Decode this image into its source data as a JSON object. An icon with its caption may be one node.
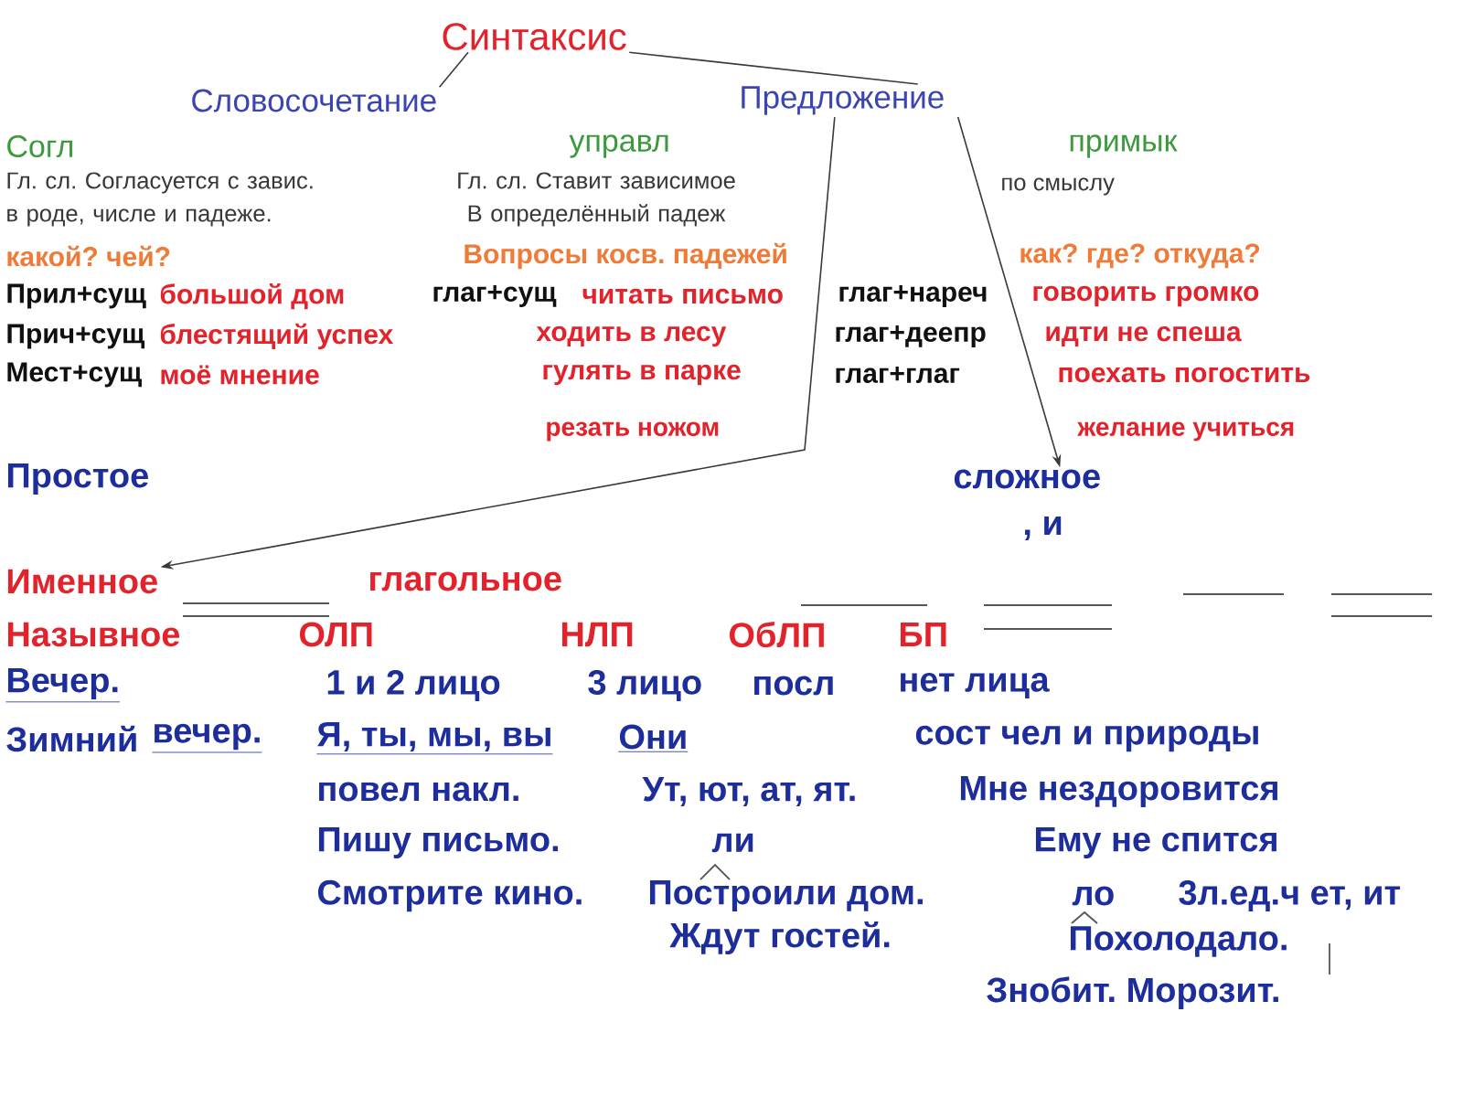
{
  "diagram": {
    "nodes": [
      {
        "text": [
          "Синтаксис"
        ]
      },
      {
        "text": [
          "Словосочетание"
        ]
      },
      {
        "text": [
          "Предложение"
        ]
      },
      {
        "text": [
          "сложное"
        ]
      },
      {
        "text": [
          "Именное"
        ]
      }
    ],
    "edges": [
      {
        "from": 0,
        "to": 1,
        "arrow": "none"
      },
      {
        "from": 0,
        "to": 2,
        "arrow": "none"
      },
      {
        "from": 2,
        "to": 4,
        "arrow": "to"
      },
      {
        "from": 2,
        "to": 3,
        "arrow": "to"
      }
    ],
    "labels": [
      "Согл",
      "управл",
      "примык",
      "Гл. сл. Согласуется с завис. в роде, числе и падеже.",
      "Гл. сл. Ставит зависимое В определённый падеж",
      "по смыслу",
      "какой? чей?",
      "Вопросы косв. падежей",
      "как? где? откуда?",
      "Прил+сущ",
      "большой дом",
      "глаг+сущ",
      "читать письмо",
      "глаг+нареч",
      "говорить громко",
      "Прич+сущ",
      "блестящий успех",
      "ходить в лесу",
      "глаг+деепр",
      "идти не спеша",
      "Мест+сущ",
      "моё мнение",
      "гулять в парке",
      "глаг+глаг",
      "поехать погостить",
      "резать ножом",
      "желание учиться",
      "Простое",
      ", и",
      "глагольное",
      "Назывное",
      "ОЛП",
      "НЛП",
      "ОбЛП",
      "БП",
      "Вечер.",
      "1 и 2 лицо",
      "3 лицо",
      "посл",
      "нет лица",
      "Зимний",
      "вечер.",
      "Я, ты, мы, вы",
      "Они",
      "сост чел и природы",
      "повел накл.",
      "Ут, ют, ат, ят.",
      "Мне нездоровится",
      "Пишу письмо.",
      "ли",
      "Ему не спится",
      "Смотрите кино.",
      "Построили дом.",
      "ло",
      "3л.ед.ч ет, ит",
      "Ждут гостей.",
      "Похолодало.",
      "Знобит. Морозит."
    ]
  }
}
